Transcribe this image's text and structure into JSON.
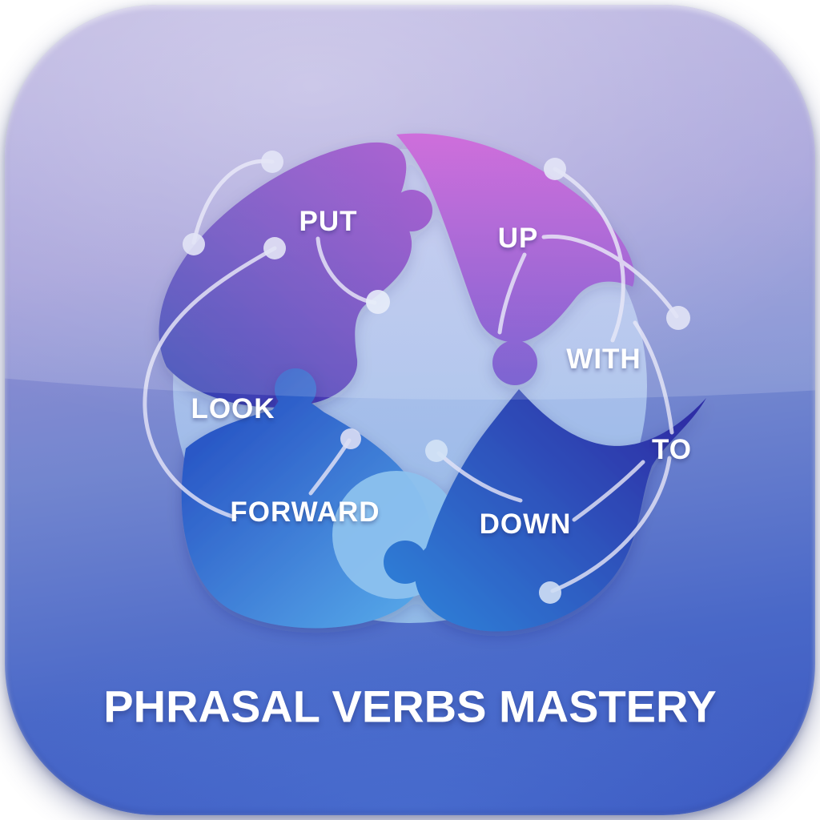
{
  "icon": {
    "title": "PHRASAL VERBS MASTERY",
    "phrasal_words": [
      {
        "id": "put",
        "label": "PUT"
      },
      {
        "id": "up",
        "label": "UP"
      },
      {
        "id": "with",
        "label": "WITH"
      },
      {
        "id": "to",
        "label": "TO"
      },
      {
        "id": "down",
        "label": "DOWN"
      },
      {
        "id": "forward",
        "label": "FORWARD"
      },
      {
        "id": "look",
        "label": "LOOK"
      }
    ],
    "colors": {
      "background_top": "#a89fd8",
      "background_bottom": "#3a57c0",
      "piece_put_gradient": [
        "#9138c4",
        "#3140b2"
      ],
      "piece_up_gradient": [
        "#c045d1",
        "#6848ca"
      ],
      "piece_down_gradient": [
        "#2d2fa6",
        "#2f7ad4"
      ],
      "piece_forward_gradient": [
        "#2a58c6",
        "#55a6e8"
      ],
      "center_circle_top": "#bdc3ee",
      "center_circle_bottom": "#96c0ea",
      "connector_line": "#e3e3f6",
      "title_text": "#ffffff"
    }
  }
}
